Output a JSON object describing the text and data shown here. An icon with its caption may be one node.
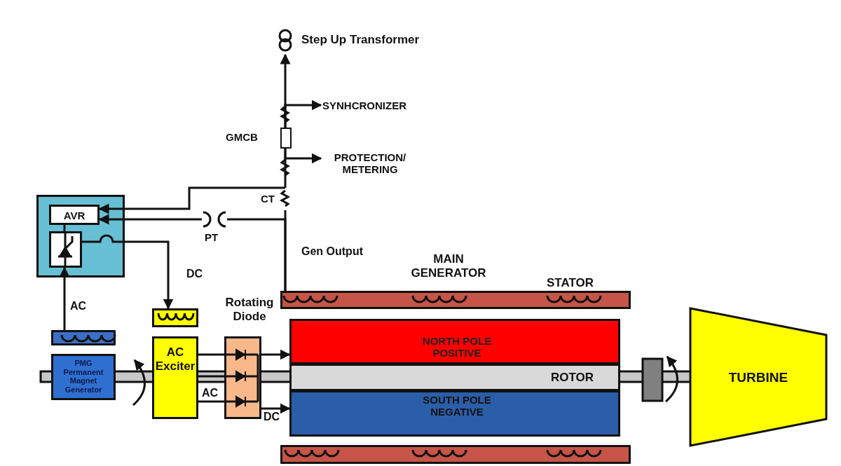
{
  "diagram": {
    "nodes": [
      {
        "text": [
          "Step Up Transformer"
        ]
      },
      {
        "text": [
          "SYNHCRONIZER"
        ]
      },
      {
        "text": [
          "GMCB"
        ]
      },
      {
        "text": [
          "PROTECTION/ METERING"
        ]
      },
      {
        "text": [],
        "shape": "box"
      },
      {
        "text": [
          "AVR"
        ],
        "in": 4
      },
      {
        "text": [],
        "shape": "box",
        "in": 4
      },
      {
        "text": [
          "CT"
        ]
      },
      {
        "text": [
          "PT"
        ]
      },
      {
        "text": [],
        "shape": "bar"
      },
      {
        "text": [],
        "shape": "box"
      },
      {
        "text": [
          "Rotating Diode"
        ]
      },
      {
        "text": [
          "STATOR"
        ]
      },
      {
        "text": [
          "AC Exciter"
        ]
      },
      {
        "text": [
          "PMG Permanent Magnet Generator"
        ]
      },
      {
        "text": [
          "NORTH POLE POSITIVE"
        ]
      },
      {
        "text": [
          "ROTOR"
        ]
      },
      {
        "text": [
          "SOUTH POLE NEGATIVE"
        ]
      },
      {
        "text": [],
        "shape": "bar"
      },
      {
        "text": [
          "TURBINE"
        ]
      }
    ],
    "edges": [
      {
        "from": 12,
        "to": 7,
        "arrow": "none"
      },
      {
        "from": 7,
        "to": 2,
        "arrow": "none"
      },
      {
        "from": 2,
        "to": 0,
        "arrow": "to"
      },
      {
        "from": 2,
        "to": 1,
        "arrow": "to"
      },
      {
        "from": 2,
        "to": 3,
        "arrow": "to"
      },
      {
        "from": 7,
        "to": 5,
        "arrow": "to"
      },
      {
        "from": 12,
        "to": 8,
        "arrow": "none"
      },
      {
        "from": 8,
        "to": 5,
        "arrow": "to"
      },
      {
        "from": 5,
        "to": 6,
        "arrow": "none"
      },
      {
        "from": 9,
        "to": 6,
        "arrow": "to",
        "label": "AC"
      },
      {
        "from": 6,
        "to": 10,
        "arrow": "to",
        "label": "DC"
      },
      {
        "from": 13,
        "to": 11,
        "arrow": "none",
        "label": "AC"
      },
      {
        "from": 11,
        "to": 15,
        "arrow": "to"
      },
      {
        "from": 11,
        "to": 17,
        "arrow": "to",
        "label": "DC"
      }
    ],
    "labels": [
      "Gen Output",
      "MAIN GENERATOR"
    ]
  }
}
